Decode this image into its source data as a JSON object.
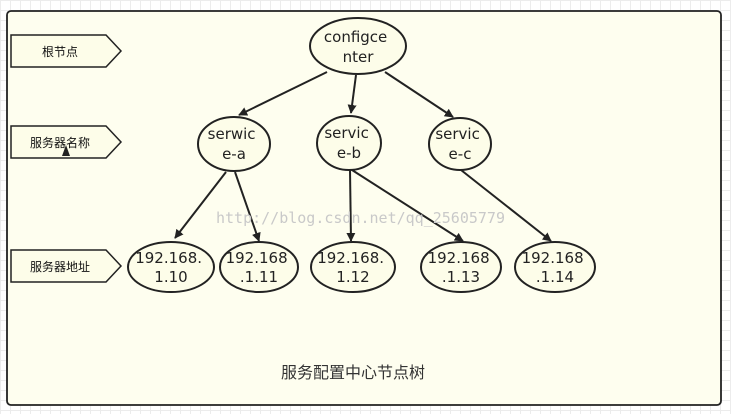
{
  "diagram": {
    "labels": {
      "root": "根节点",
      "service_name": "服务器名称",
      "service_address": "服务器地址"
    },
    "nodes": {
      "configcenter": [
        "configce",
        "nter"
      ],
      "service_a": [
        "serwic",
        "e-a"
      ],
      "service_b": [
        "servic",
        "e-b"
      ],
      "service_c": [
        "servic",
        "e-c"
      ],
      "ip_10": [
        "192.168.",
        "1.10"
      ],
      "ip_11": [
        "192.168",
        ".1.11"
      ],
      "ip_12": [
        "192.168.",
        "1.12"
      ],
      "ip_13": [
        "192.168",
        ".1.13"
      ],
      "ip_14": [
        "192.168",
        ".1.14"
      ]
    },
    "caption": "服务配置中心节点树",
    "watermark": "http://blog.csdn.net/qq_25605779",
    "colors": {
      "panel_fill": "#fefeef",
      "node_fill": "#fdfde9",
      "label_fill": "#fdfde9",
      "stroke": "#222222"
    }
  }
}
